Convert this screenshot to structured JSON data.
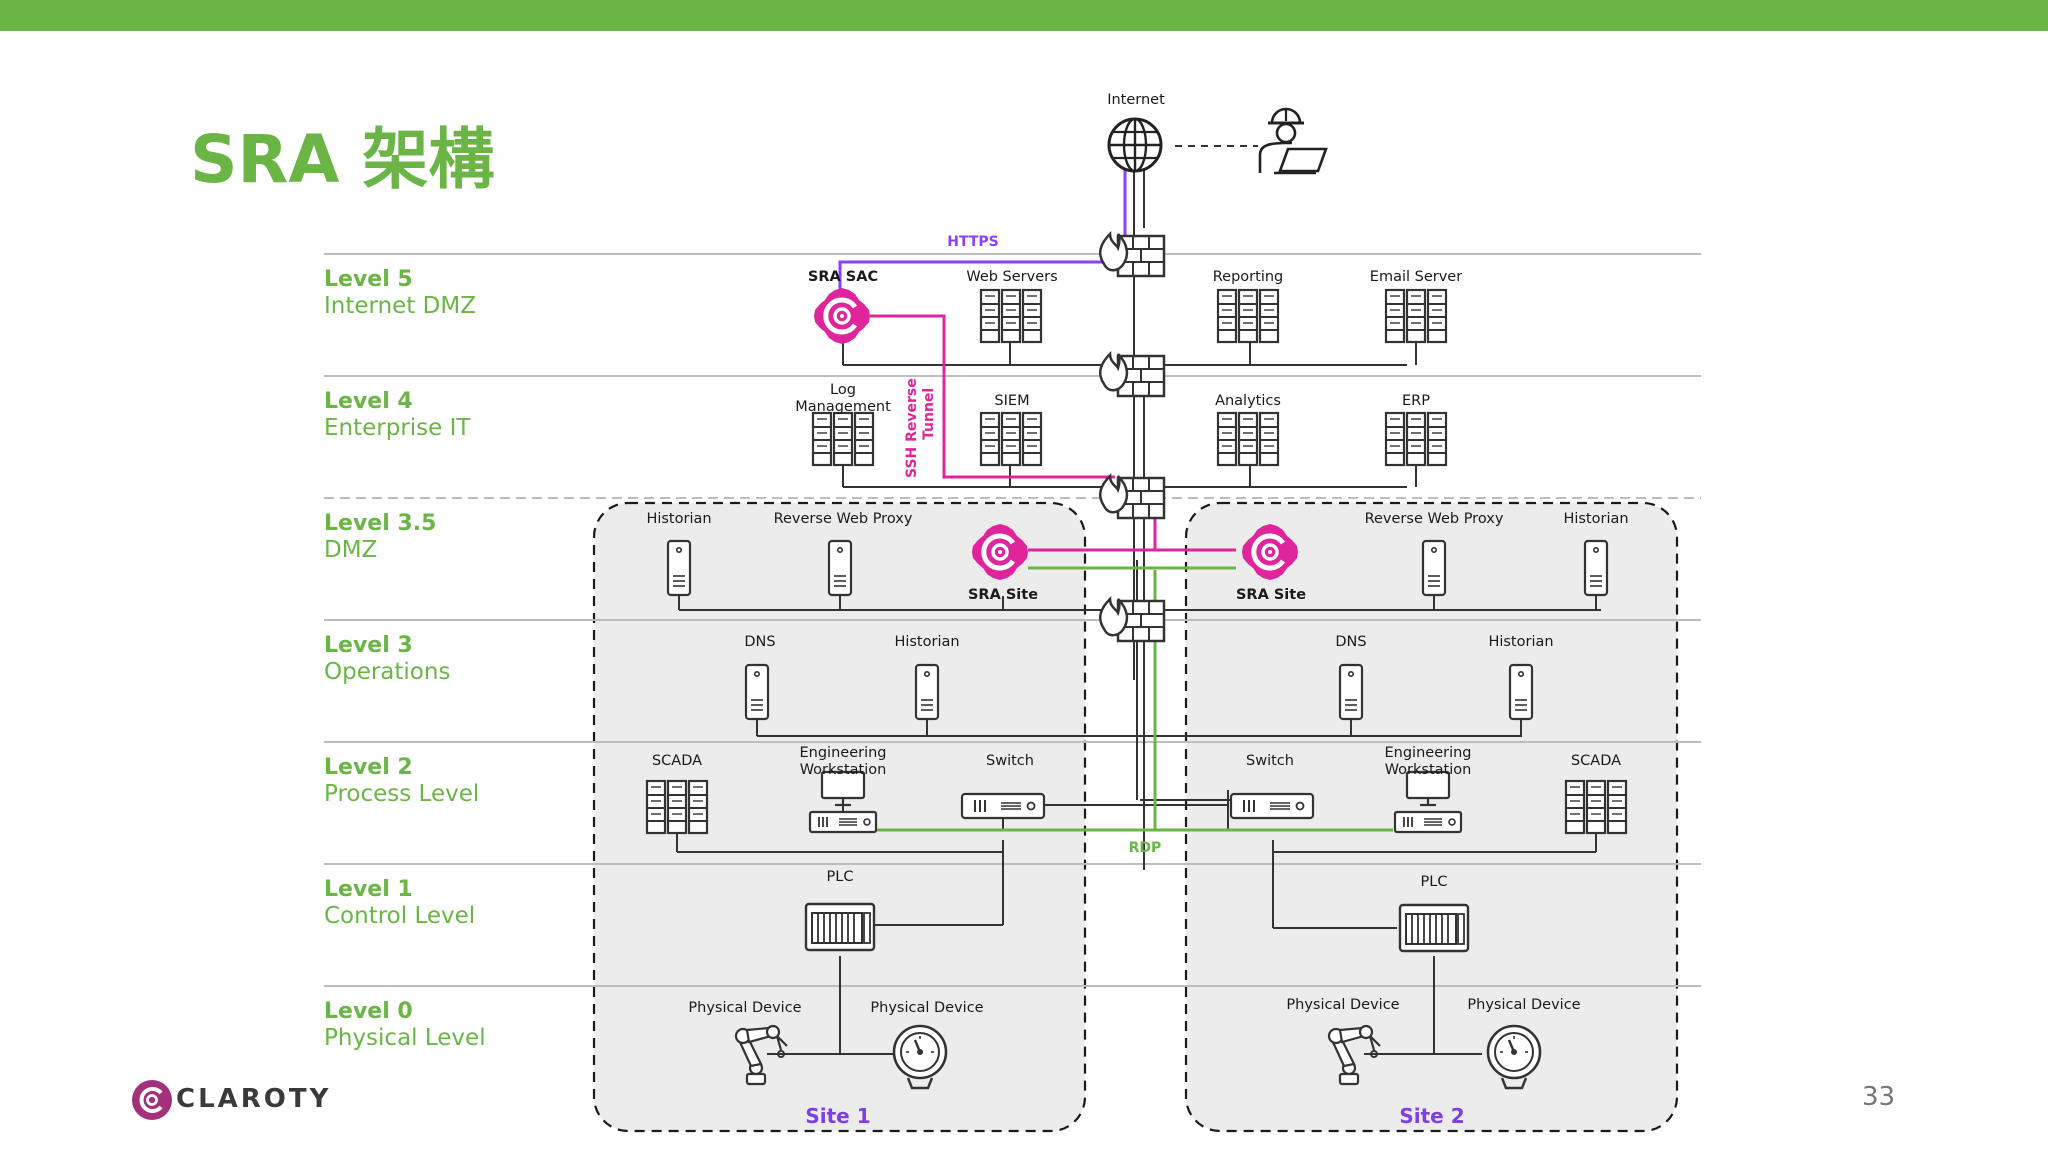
{
  "slide": {
    "title": "SRA 架構",
    "page_number": "33",
    "logo_text": "CLAROTY"
  },
  "colors": {
    "green": "#6ab545",
    "purple": "#8a3ffc",
    "magenta": "#e0249b",
    "site_label": "#7b3fe4"
  },
  "levels": [
    {
      "number": "Level 5",
      "name": "Internet DMZ"
    },
    {
      "number": "Level 4",
      "name": "Enterprise IT"
    },
    {
      "number": "Level 3.5",
      "name": "DMZ"
    },
    {
      "number": "Level 3",
      "name": "Operations"
    },
    {
      "number": "Level 2",
      "name": "Process Level"
    },
    {
      "number": "Level 1",
      "name": "Control Level"
    },
    {
      "number": "Level 0",
      "name": "Physical Level"
    }
  ],
  "diagram": {
    "internet": "Internet",
    "https": "HTTPS",
    "ssh_line1": "SSH Reverse",
    "ssh_line2": "Tunnel",
    "rdp": "RDP",
    "l5": {
      "sra_sac": "SRA SAC",
      "web_servers": "Web Servers",
      "reporting": "Reporting",
      "email_server": "Email Server"
    },
    "l4": {
      "log_line1": "Log",
      "log_line2": "Management",
      "siem": "SIEM",
      "analytics": "Analytics",
      "erp": "ERP"
    },
    "site1": {
      "name": "Site 1",
      "historian_dmz": "Historian",
      "reverse_web_proxy": "Reverse Web Proxy",
      "sra_site": "SRA Site",
      "dns": "DNS",
      "historian": "Historian",
      "scada": "SCADA",
      "eng_line1": "Engineering",
      "eng_line2": "Workstation",
      "switch": "Switch",
      "plc": "PLC",
      "device1": "Physical Device",
      "device2": "Physical Device"
    },
    "site2": {
      "name": "Site 2",
      "historian_dmz": "Historian",
      "reverse_web_proxy": "Reverse Web Proxy",
      "sra_site": "SRA Site",
      "dns": "DNS",
      "historian": "Historian",
      "scada": "SCADA",
      "eng_line1": "Engineering",
      "eng_line2": "Workstation",
      "switch": "Switch",
      "plc": "PLC",
      "device1": "Physical Device",
      "device2": "Physical Device"
    }
  }
}
